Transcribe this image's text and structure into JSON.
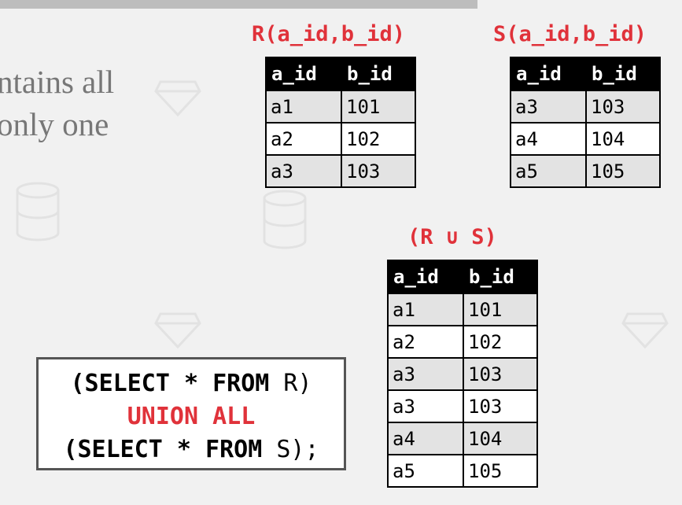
{
  "body_text": {
    "line1": "ntains all",
    "line2": "only one"
  },
  "relation_r": {
    "title": "R(a_id,b_id)",
    "headers": [
      "a_id",
      "b_id"
    ],
    "rows": [
      [
        "a1",
        "101"
      ],
      [
        "a2",
        "102"
      ],
      [
        "a3",
        "103"
      ]
    ]
  },
  "relation_s": {
    "title": "S(a_id,b_id)",
    "headers": [
      "a_id",
      "b_id"
    ],
    "rows": [
      [
        "a3",
        "103"
      ],
      [
        "a4",
        "104"
      ],
      [
        "a5",
        "105"
      ]
    ]
  },
  "relation_union": {
    "title": "(R ∪ S)",
    "headers": [
      "a_id",
      "b_id"
    ],
    "rows": [
      [
        "a1",
        "101"
      ],
      [
        "a2",
        "102"
      ],
      [
        "a3",
        "103"
      ],
      [
        "a3",
        "103"
      ],
      [
        "a4",
        "104"
      ],
      [
        "a5",
        "105"
      ]
    ]
  },
  "sql": {
    "line1_kw": "(SELECT * FROM",
    "line1_rel": " R)",
    "line2": "UNION ALL",
    "line3_kw": "(SELECT * FROM",
    "line3_rel": " S);"
  },
  "colors": {
    "accent": "#e0323a",
    "header_bg": "#000000",
    "row_alt": "#e3e3e3",
    "background": "#f1f1f1"
  }
}
